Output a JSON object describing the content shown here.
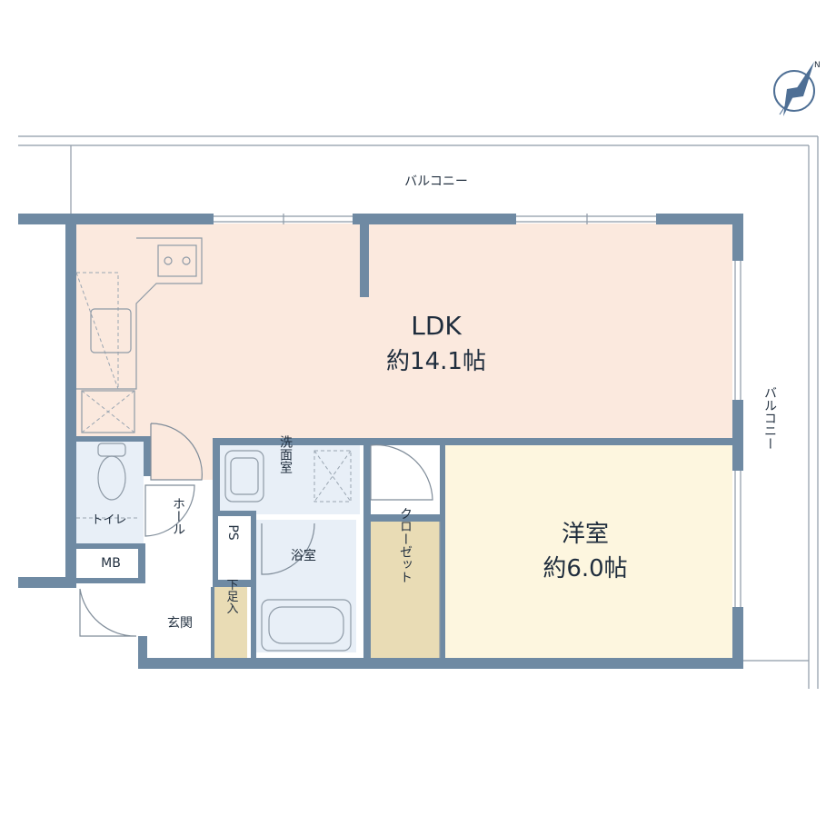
{
  "labels": {
    "balcony_top": "バルコニー",
    "balcony_right": "バルコニー",
    "ldk_name": "LDK",
    "ldk_size": "約14.1帖",
    "western_name": "洋室",
    "western_size": "約6.0帖",
    "washroom": "洗面室",
    "bathroom": "浴室",
    "closet": "クローゼット",
    "toilet": "トイレ",
    "hall": "ホール",
    "ps": "PS",
    "mb": "MB",
    "entrance": "玄関",
    "shoe_box": "下足入"
  },
  "colors": {
    "ldk": "#fbe9de",
    "western": "#fdf6df",
    "wet": "#e8eff7",
    "storage": "#e9dcb5",
    "wall": "#6f8aa3",
    "compass": "#4e6f95"
  },
  "icons": {
    "compass": "north-compass-icon"
  }
}
